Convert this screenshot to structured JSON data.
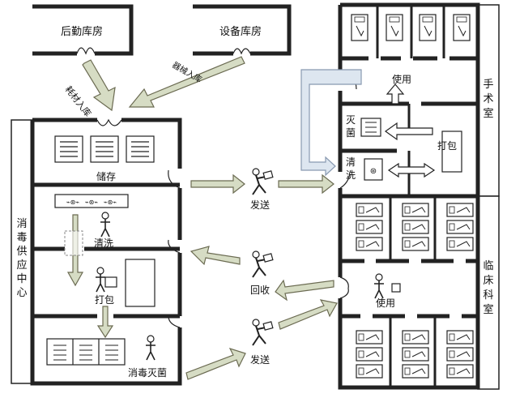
{
  "rooms": {
    "logistics_store": "后勤库房",
    "equipment_store": "设备库房",
    "cssd_title": [
      "消",
      "毒",
      "供",
      "应",
      "中",
      "心"
    ],
    "storage": "储存",
    "cleaning": "清洗",
    "packing": "打包",
    "sterilize": "消毒灭菌",
    "or_title": [
      "手",
      "术",
      "室"
    ],
    "or_use": "使用",
    "or_steril": [
      "灭",
      "菌"
    ],
    "or_pack": "打包",
    "or_clean": [
      "清",
      "洗"
    ],
    "clinic_title": [
      "临",
      "床",
      "科",
      "室"
    ],
    "clinic_use": "使用"
  },
  "flows": {
    "consumables_in": "耗材入库",
    "equipment_in": "器械入库",
    "send_top": "发送",
    "recycle": "回收",
    "send_bottom": "发送"
  },
  "colors": {
    "line": "#222222",
    "arrow_fill": "#d6dcc4",
    "arrow_stroke": "#6b6b52",
    "blue_fill": "#dde6f0",
    "blue_stroke": "#8899b0"
  }
}
